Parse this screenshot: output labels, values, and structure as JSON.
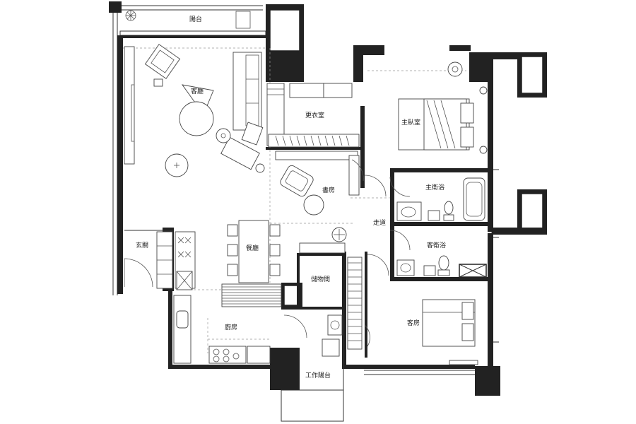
{
  "rooms": {
    "balcony": "陽台",
    "living": "客廳",
    "walkin_closet": "更衣室",
    "master_bedroom": "主臥室",
    "master_bath": "主衛浴",
    "study": "書房",
    "corridor": "走道",
    "guest_bath": "客衛浴",
    "entrance": "玄關",
    "dining": "餐廳",
    "storage": "儲物間",
    "guest_room": "客房",
    "kitchen": "廚房",
    "service_balcony": "工作陽台"
  },
  "colors": {
    "wall": "#222222",
    "line": "#333333"
  }
}
